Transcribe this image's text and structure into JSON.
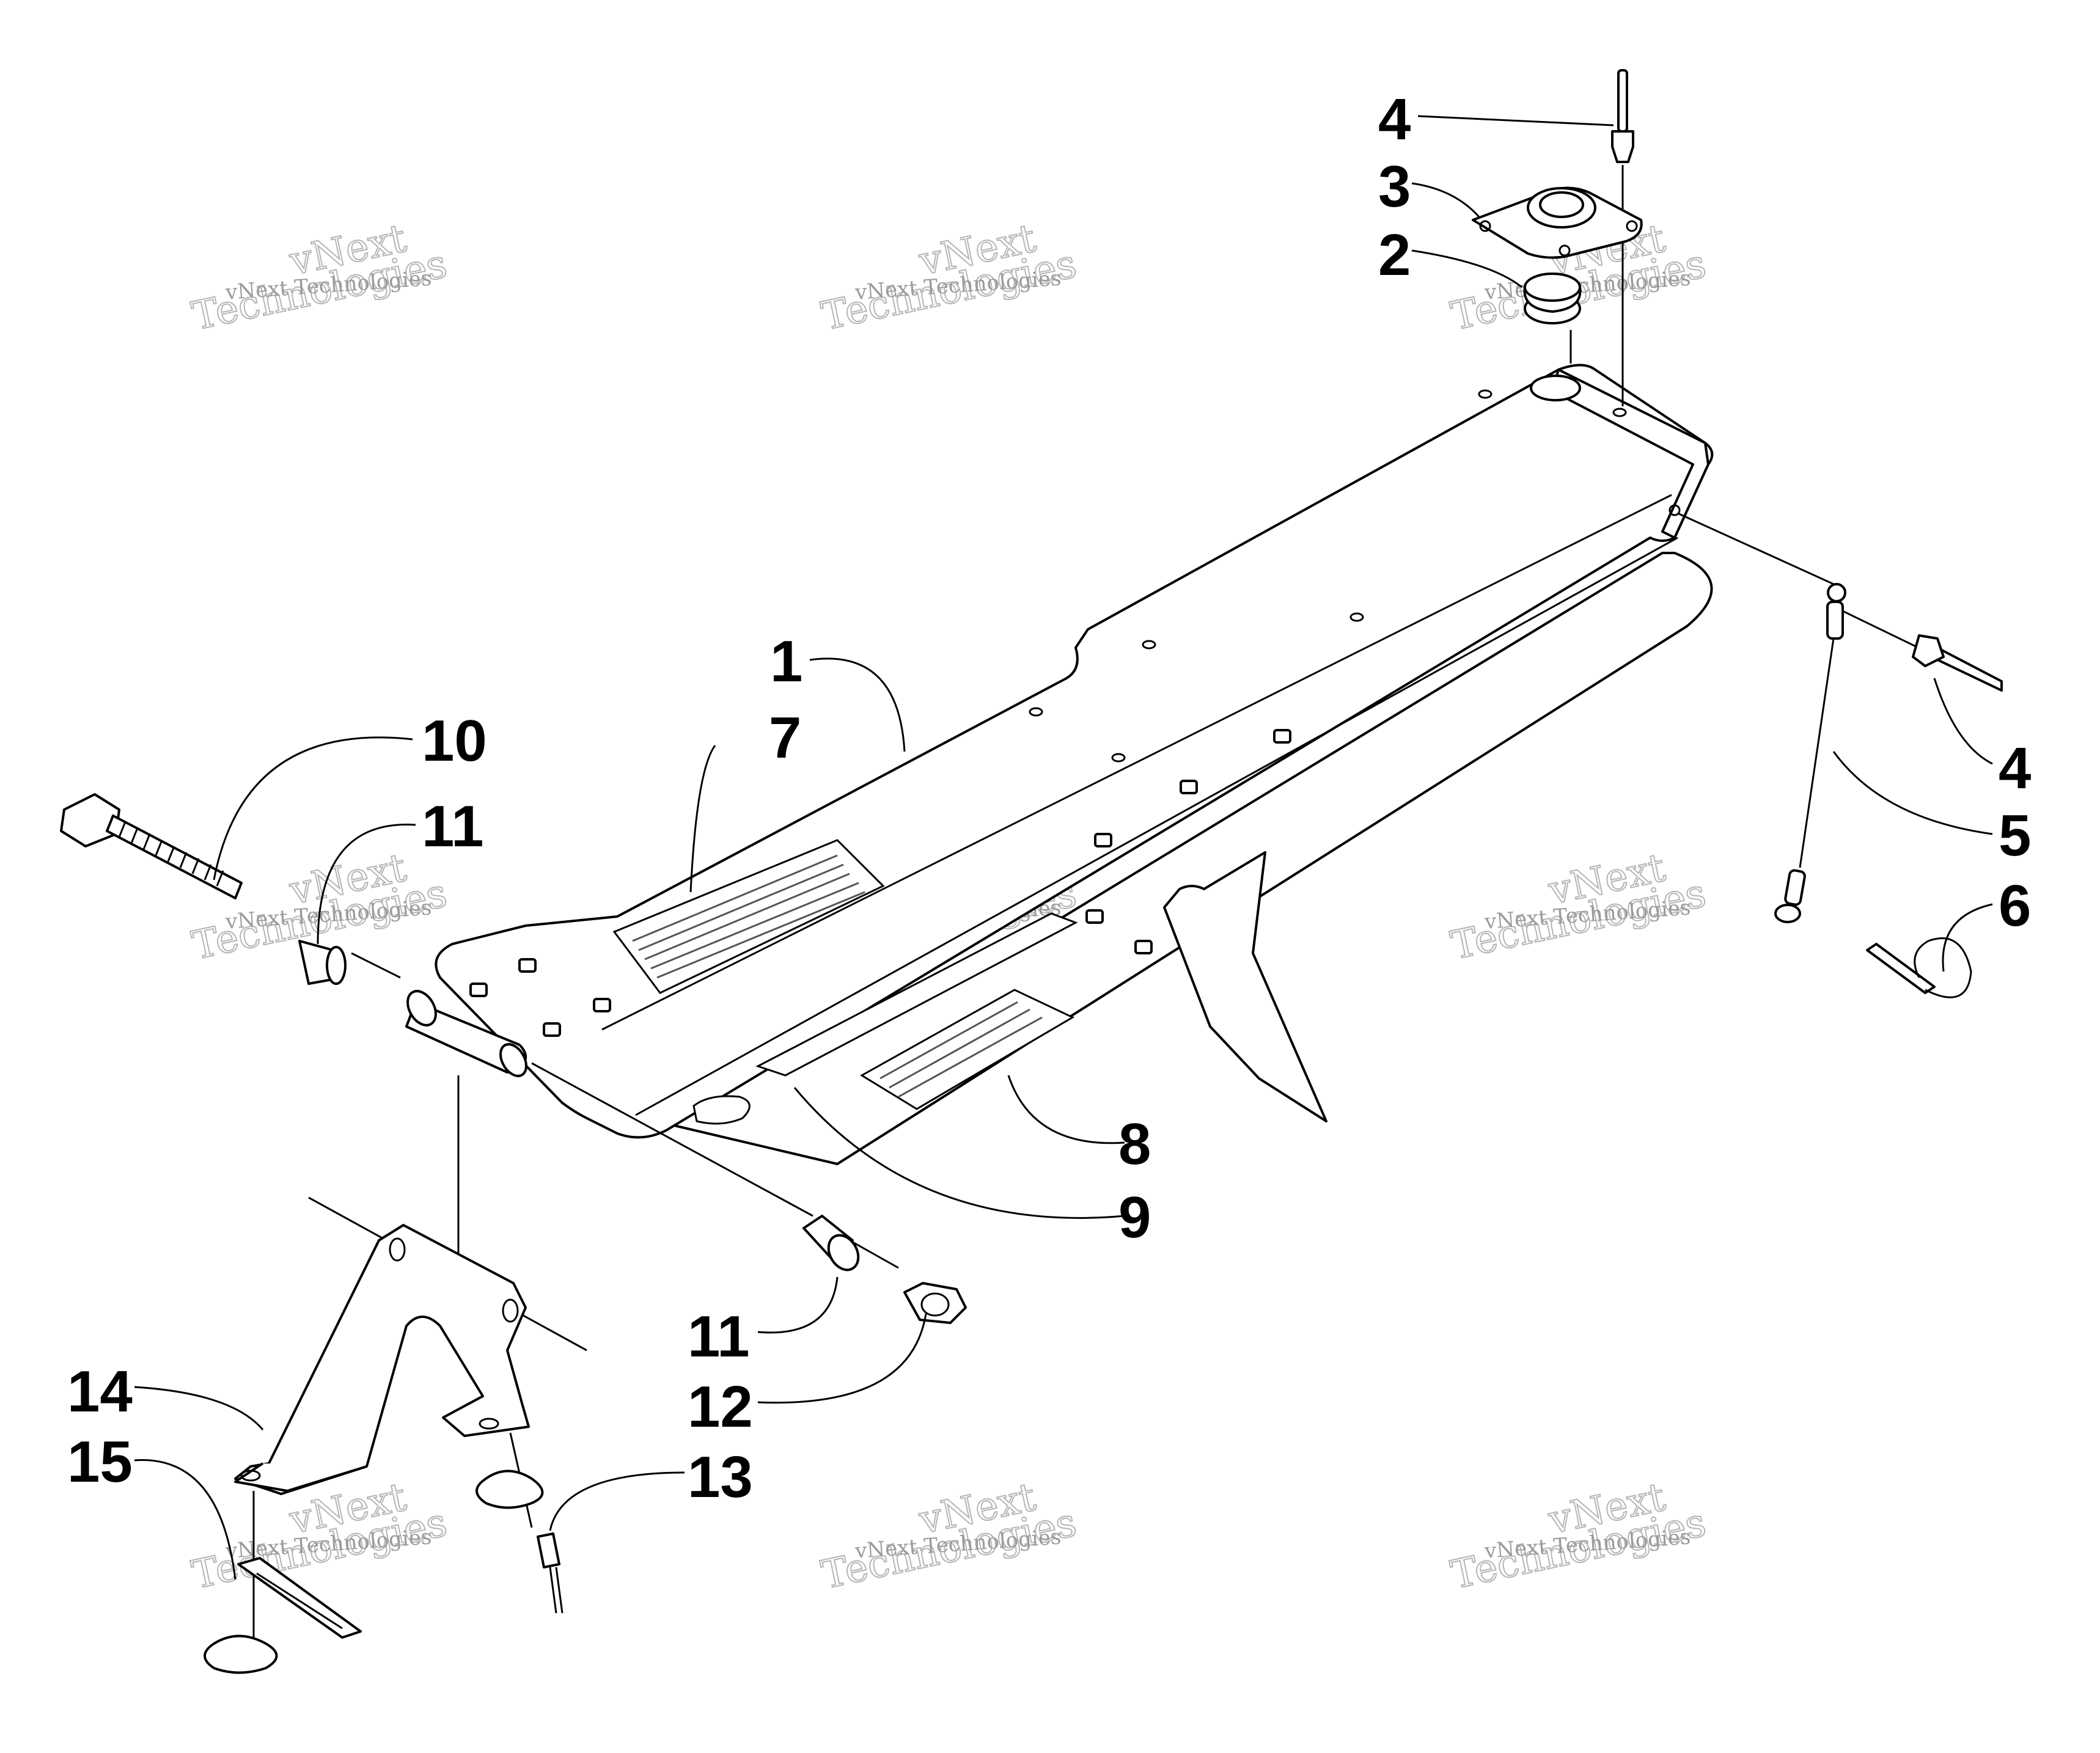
{
  "diagram": {
    "callouts": [
      {
        "id": "1",
        "label": "1"
      },
      {
        "id": "2",
        "label": "2"
      },
      {
        "id": "3",
        "label": "3"
      },
      {
        "id": "4a",
        "label": "4"
      },
      {
        "id": "4b",
        "label": "4"
      },
      {
        "id": "5",
        "label": "5"
      },
      {
        "id": "6",
        "label": "6"
      },
      {
        "id": "7",
        "label": "7"
      },
      {
        "id": "8",
        "label": "8"
      },
      {
        "id": "9",
        "label": "9"
      },
      {
        "id": "10",
        "label": "10"
      },
      {
        "id": "11a",
        "label": "11"
      },
      {
        "id": "11b",
        "label": "11"
      },
      {
        "id": "12",
        "label": "12"
      },
      {
        "id": "13",
        "label": "13"
      },
      {
        "id": "14",
        "label": "14"
      },
      {
        "id": "15",
        "label": "15"
      }
    ],
    "watermark": {
      "line1": "vNext Technologies",
      "line2": "vNext",
      "line3": "Technologies"
    }
  }
}
